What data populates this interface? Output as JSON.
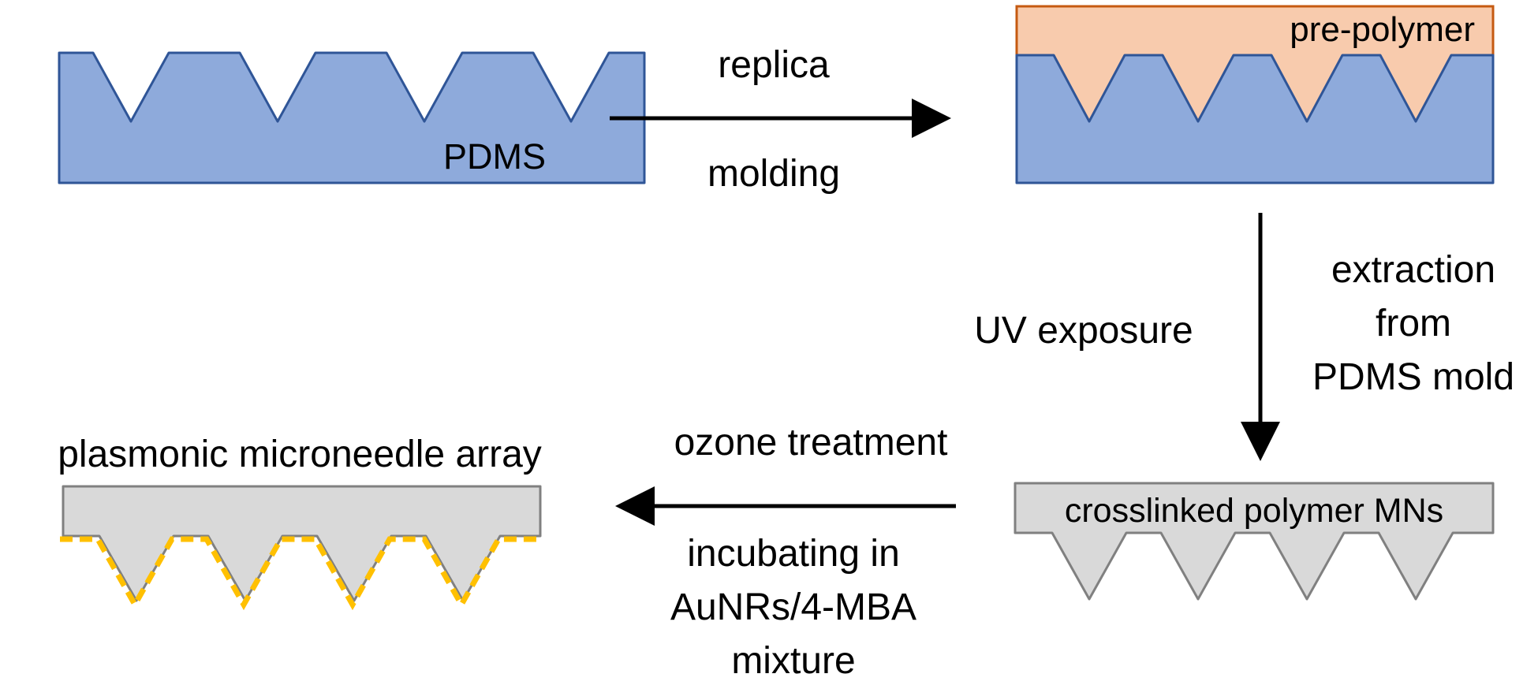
{
  "colors": {
    "pdms_fill": "#8eaadb",
    "pdms_stroke": "#2f5597",
    "prepolymer_fill": "#f8cbad",
    "prepolymer_stroke": "#c55a11",
    "polymer_fill": "#d9d9d9",
    "polymer_stroke": "#808080",
    "gold_coating": "#ffc000",
    "arrow": "#000000"
  },
  "labels": {
    "pdms": "PDMS",
    "pre_polymer": "pre-polymer",
    "crosslinked": "crosslinked polymer MNs",
    "plasmonic": "plasmonic microneedle array"
  },
  "steps": {
    "replica_line1": "replica",
    "replica_line2": "molding",
    "uv": "UV exposure",
    "extraction_line1": "extraction",
    "extraction_line2": "from",
    "extraction_line3": "PDMS mold",
    "ozone": "ozone treatment",
    "incubating_line1": "incubating in",
    "incubating_line2": "AuNRs/4-MBA",
    "incubating_line3": "mixture"
  }
}
